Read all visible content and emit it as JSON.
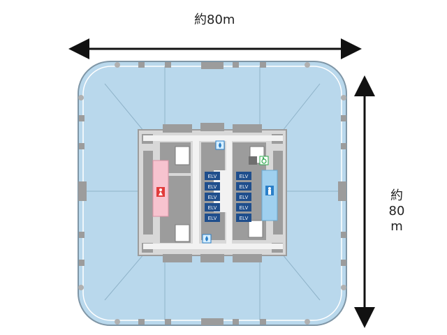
{
  "dimensions": {
    "width_label": "約80m",
    "height_label_lines": [
      "約",
      "80",
      "m"
    ]
  },
  "core": {
    "elevator_label": "ELV",
    "elevator_count": 10
  },
  "colors": {
    "floor": "#b9d8ec",
    "floor_border": "#7f96a6",
    "core": "#9c9c9c",
    "core_light": "#d8d8d8",
    "corridor": "#f2f2f2",
    "elevator": "#1f4e8c",
    "restroom_female": "#f7c3cf",
    "restroom_male": "#9fd0ef",
    "restroom_icon_red": "#e23b3b",
    "restroom_icon_blue": "#2a7fc9",
    "accessible_icon": "#2aa84a",
    "arrow": "#111111"
  },
  "icons": {
    "female_restroom": "female-restroom-icon",
    "male_restroom": "male-restroom-icon",
    "accessible_toilet": "wheelchair-icon",
    "water_fountain": "water-icon"
  }
}
